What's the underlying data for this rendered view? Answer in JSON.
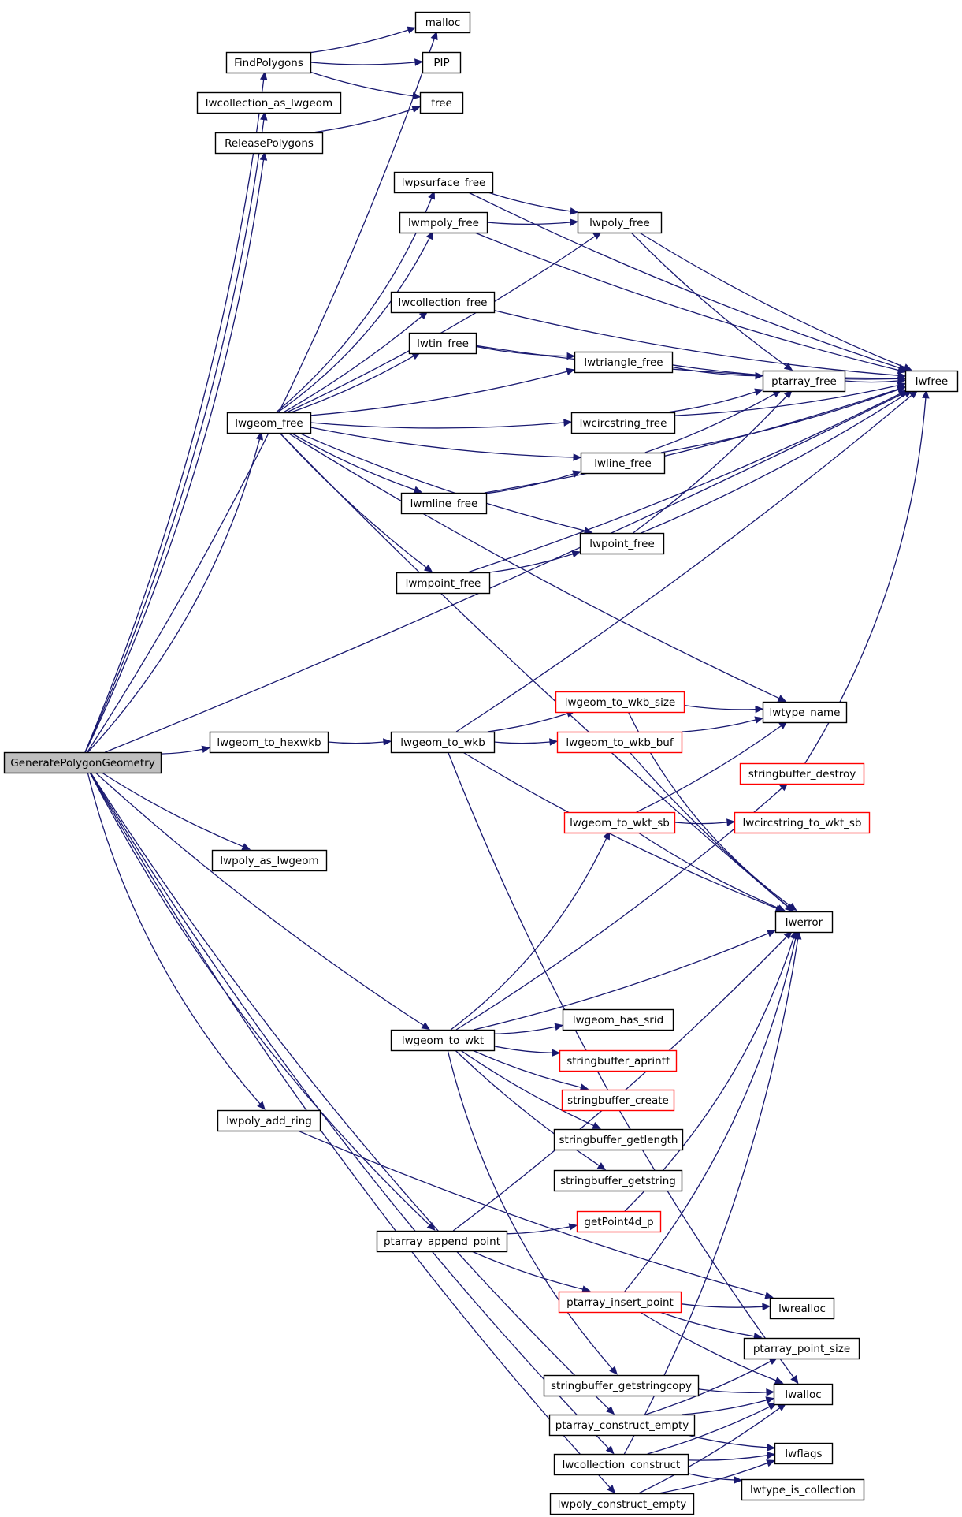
{
  "colors": {
    "edge": "#191970",
    "border_default": "#000000",
    "border_truncated": "#ff0000",
    "root_fill": "#bfbfbf",
    "node_fill": "#ffffff"
  },
  "nodes": {
    "GeneratePolygonGeometry": {
      "label": "GeneratePolygonGeometry",
      "root": true
    },
    "malloc": {
      "label": "malloc"
    },
    "FindPolygons": {
      "label": "FindPolygons"
    },
    "PIP": {
      "label": "PIP"
    },
    "free": {
      "label": "free"
    },
    "lwcollection_as_lwgeom": {
      "label": "lwcollection_as_lwgeom"
    },
    "ReleasePolygons": {
      "label": "ReleasePolygons"
    },
    "lwpsurface_free": {
      "label": "lwpsurface_free"
    },
    "lwmpoly_free": {
      "label": "lwmpoly_free"
    },
    "lwpoly_free": {
      "label": "lwpoly_free"
    },
    "lwcollection_free": {
      "label": "lwcollection_free"
    },
    "lwtin_free": {
      "label": "lwtin_free"
    },
    "lwtriangle_free": {
      "label": "lwtriangle_free"
    },
    "lwfree": {
      "label": "lwfree"
    },
    "ptarray_free": {
      "label": "ptarray_free"
    },
    "lwgeom_free": {
      "label": "lwgeom_free"
    },
    "lwcircstring_free": {
      "label": "lwcircstring_free"
    },
    "lwline_free": {
      "label": "lwline_free"
    },
    "lwmline_free": {
      "label": "lwmline_free"
    },
    "lwpoint_free": {
      "label": "lwpoint_free"
    },
    "lwmpoint_free": {
      "label": "lwmpoint_free"
    },
    "lwgeom_to_wkb_size": {
      "label": "lwgeom_to_wkb_size",
      "truncated": true
    },
    "lwtype_name": {
      "label": "lwtype_name"
    },
    "lwgeom_to_hexwkb": {
      "label": "lwgeom_to_hexwkb"
    },
    "lwgeom_to_wkb": {
      "label": "lwgeom_to_wkb"
    },
    "lwgeom_to_wkb_buf": {
      "label": "lwgeom_to_wkb_buf",
      "truncated": true
    },
    "stringbuffer_destroy": {
      "label": "stringbuffer_destroy",
      "truncated": true
    },
    "lwgeom_to_wkt_sb": {
      "label": "lwgeom_to_wkt_sb",
      "truncated": true
    },
    "lwcircstring_to_wkt_sb": {
      "label": "lwcircstring_to_wkt_sb",
      "truncated": true
    },
    "lwpoly_as_lwgeom": {
      "label": "lwpoly_as_lwgeom"
    },
    "lwerror": {
      "label": "lwerror"
    },
    "lwgeom_has_srid": {
      "label": "lwgeom_has_srid"
    },
    "lwgeom_to_wkt": {
      "label": "lwgeom_to_wkt"
    },
    "stringbuffer_aprintf": {
      "label": "stringbuffer_aprintf",
      "truncated": true
    },
    "stringbuffer_create": {
      "label": "stringbuffer_create",
      "truncated": true
    },
    "stringbuffer_getlength": {
      "label": "stringbuffer_getlength"
    },
    "lwpoly_add_ring": {
      "label": "lwpoly_add_ring"
    },
    "stringbuffer_getstring": {
      "label": "stringbuffer_getstring"
    },
    "getPoint4d_p": {
      "label": "getPoint4d_p",
      "truncated": true
    },
    "ptarray_append_point": {
      "label": "ptarray_append_point"
    },
    "ptarray_insert_point": {
      "label": "ptarray_insert_point",
      "truncated": true
    },
    "lwrealloc": {
      "label": "lwrealloc"
    },
    "ptarray_point_size": {
      "label": "ptarray_point_size"
    },
    "stringbuffer_getstringcopy": {
      "label": "stringbuffer_getstringcopy"
    },
    "lwalloc": {
      "label": "lwalloc"
    },
    "ptarray_construct_empty": {
      "label": "ptarray_construct_empty"
    },
    "lwflags": {
      "label": "lwflags"
    },
    "lwcollection_construct": {
      "label": "lwcollection_construct"
    },
    "lwtype_is_collection": {
      "label": "lwtype_is_collection"
    },
    "lwpoly_construct_empty": {
      "label": "lwpoly_construct_empty"
    }
  },
  "edges": [
    [
      "GeneratePolygonGeometry",
      "malloc"
    ],
    [
      "GeneratePolygonGeometry",
      "FindPolygons"
    ],
    [
      "GeneratePolygonGeometry",
      "lwcollection_as_lwgeom"
    ],
    [
      "GeneratePolygonGeometry",
      "ReleasePolygons"
    ],
    [
      "GeneratePolygonGeometry",
      "lwfree"
    ],
    [
      "GeneratePolygonGeometry",
      "lwgeom_free"
    ],
    [
      "GeneratePolygonGeometry",
      "lwgeom_to_hexwkb"
    ],
    [
      "GeneratePolygonGeometry",
      "lwpoly_as_lwgeom"
    ],
    [
      "GeneratePolygonGeometry",
      "lwgeom_to_wkt"
    ],
    [
      "GeneratePolygonGeometry",
      "lwpoly_add_ring"
    ],
    [
      "GeneratePolygonGeometry",
      "ptarray_append_point"
    ],
    [
      "GeneratePolygonGeometry",
      "ptarray_construct_empty"
    ],
    [
      "GeneratePolygonGeometry",
      "lwcollection_construct"
    ],
    [
      "GeneratePolygonGeometry",
      "lwpoly_construct_empty"
    ],
    [
      "FindPolygons",
      "malloc"
    ],
    [
      "FindPolygons",
      "PIP"
    ],
    [
      "FindPolygons",
      "free"
    ],
    [
      "ReleasePolygons",
      "free"
    ],
    [
      "lwgeom_free",
      "lwpsurface_free"
    ],
    [
      "lwgeom_free",
      "lwmpoly_free"
    ],
    [
      "lwgeom_free",
      "lwpoly_free"
    ],
    [
      "lwgeom_free",
      "lwcollection_free"
    ],
    [
      "lwgeom_free",
      "lwtin_free"
    ],
    [
      "lwgeom_free",
      "lwtriangle_free"
    ],
    [
      "lwgeom_free",
      "lwcircstring_free"
    ],
    [
      "lwgeom_free",
      "lwline_free"
    ],
    [
      "lwgeom_free",
      "lwmline_free"
    ],
    [
      "lwgeom_free",
      "lwpoint_free"
    ],
    [
      "lwgeom_free",
      "lwmpoint_free"
    ],
    [
      "lwgeom_free",
      "lwtype_name"
    ],
    [
      "lwgeom_free",
      "lwerror"
    ],
    [
      "lwpsurface_free",
      "lwpoly_free"
    ],
    [
      "lwpsurface_free",
      "lwfree"
    ],
    [
      "lwmpoly_free",
      "lwpoly_free"
    ],
    [
      "lwmpoly_free",
      "lwfree"
    ],
    [
      "lwpoly_free",
      "lwfree"
    ],
    [
      "lwpoly_free",
      "ptarray_free"
    ],
    [
      "lwcollection_free",
      "lwfree"
    ],
    [
      "lwtin_free",
      "lwtriangle_free"
    ],
    [
      "lwtin_free",
      "lwfree"
    ],
    [
      "lwtriangle_free",
      "lwfree"
    ],
    [
      "lwtriangle_free",
      "ptarray_free"
    ],
    [
      "lwcircstring_free",
      "ptarray_free"
    ],
    [
      "lwcircstring_free",
      "lwfree"
    ],
    [
      "lwline_free",
      "ptarray_free"
    ],
    [
      "lwline_free",
      "lwfree"
    ],
    [
      "lwmline_free",
      "lwline_free"
    ],
    [
      "lwmline_free",
      "lwfree"
    ],
    [
      "lwpoint_free",
      "ptarray_free"
    ],
    [
      "lwpoint_free",
      "lwfree"
    ],
    [
      "lwmpoint_free",
      "lwpoint_free"
    ],
    [
      "lwmpoint_free",
      "lwfree"
    ],
    [
      "ptarray_free",
      "lwfree"
    ],
    [
      "lwgeom_to_hexwkb",
      "lwgeom_to_wkb"
    ],
    [
      "lwgeom_to_wkb",
      "lwgeom_to_wkb_size"
    ],
    [
      "lwgeom_to_wkb",
      "lwgeom_to_wkb_buf"
    ],
    [
      "lwgeom_to_wkb",
      "lwerror"
    ],
    [
      "lwgeom_to_wkb",
      "lwfree"
    ],
    [
      "lwgeom_to_wkb",
      "lwalloc"
    ],
    [
      "lwgeom_to_wkb_size",
      "lwtype_name"
    ],
    [
      "lwgeom_to_wkb_size",
      "lwerror"
    ],
    [
      "lwgeom_to_wkb_buf",
      "lwtype_name"
    ],
    [
      "lwgeom_to_wkb_buf",
      "lwerror"
    ],
    [
      "stringbuffer_destroy",
      "lwfree"
    ],
    [
      "lwgeom_to_wkt_sb",
      "lwtype_name"
    ],
    [
      "lwgeom_to_wkt_sb",
      "lwcircstring_to_wkt_sb"
    ],
    [
      "lwgeom_to_wkt_sb",
      "lwerror"
    ],
    [
      "lwgeom_to_wkt",
      "lwgeom_to_wkt_sb"
    ],
    [
      "lwgeom_to_wkt",
      "stringbuffer_destroy"
    ],
    [
      "lwgeom_to_wkt",
      "lwerror"
    ],
    [
      "lwgeom_to_wkt",
      "lwgeom_has_srid"
    ],
    [
      "lwgeom_to_wkt",
      "stringbuffer_aprintf"
    ],
    [
      "lwgeom_to_wkt",
      "stringbuffer_create"
    ],
    [
      "lwgeom_to_wkt",
      "stringbuffer_getlength"
    ],
    [
      "lwgeom_to_wkt",
      "stringbuffer_getstring"
    ],
    [
      "lwgeom_to_wkt",
      "stringbuffer_getstringcopy"
    ],
    [
      "lwpoly_add_ring",
      "lwrealloc"
    ],
    [
      "ptarray_append_point",
      "getPoint4d_p"
    ],
    [
      "ptarray_append_point",
      "lwerror"
    ],
    [
      "ptarray_append_point",
      "ptarray_insert_point"
    ],
    [
      "getPoint4d_p",
      "lwerror"
    ],
    [
      "ptarray_insert_point",
      "lwerror"
    ],
    [
      "ptarray_insert_point",
      "lwrealloc"
    ],
    [
      "ptarray_insert_point",
      "ptarray_point_size"
    ],
    [
      "ptarray_insert_point",
      "lwalloc"
    ],
    [
      "stringbuffer_getstringcopy",
      "lwalloc"
    ],
    [
      "ptarray_construct_empty",
      "lwalloc"
    ],
    [
      "ptarray_construct_empty",
      "ptarray_point_size"
    ],
    [
      "ptarray_construct_empty",
      "lwflags"
    ],
    [
      "lwcollection_construct",
      "lwerror"
    ],
    [
      "lwcollection_construct",
      "lwalloc"
    ],
    [
      "lwcollection_construct",
      "lwflags"
    ],
    [
      "lwcollection_construct",
      "lwtype_is_collection"
    ],
    [
      "lwpoly_construct_empty",
      "lwalloc"
    ],
    [
      "lwpoly_construct_empty",
      "lwflags"
    ]
  ]
}
